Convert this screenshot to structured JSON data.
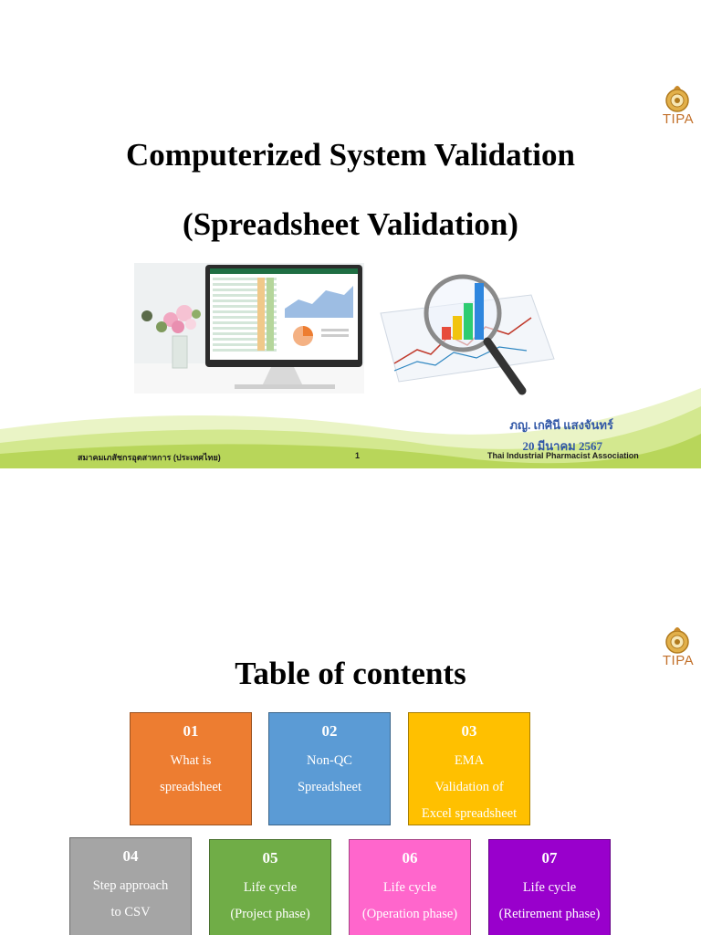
{
  "slide1": {
    "logo_text": "TIPA",
    "title_line1": "Computerized System Validation",
    "title_line2": "(Spreadsheet Validation)",
    "author": "ภญ. เกศินี แสงจันทร์",
    "date": "20 มีนาคม 2567",
    "footer_left": "สมาคมเภสัชกรอุตสาหการ  (ประเทศไทย)",
    "footer_page": "1",
    "footer_right": "Thai Industrial Pharmacist Association"
  },
  "slide2": {
    "logo_text": "TIPA",
    "title": "Table of contents",
    "items": [
      {
        "num": "01",
        "lines": [
          "What is",
          "spreadsheet"
        ],
        "color": "#ed7d31"
      },
      {
        "num": "02",
        "lines": [
          "Non-QC",
          "Spreadsheet"
        ],
        "color": "#5b9bd5"
      },
      {
        "num": "03",
        "lines": [
          "EMA",
          "Validation of",
          "Excel spreadsheet"
        ],
        "color": "#ffc000"
      },
      {
        "num": "04",
        "lines": [
          "Step approach",
          "to CSV"
        ],
        "color": "#a5a5a5"
      },
      {
        "num": "05",
        "lines": [
          "Life cycle",
          "(Project phase)"
        ],
        "color": "#70ad47"
      },
      {
        "num": "06",
        "lines": [
          "Life cycle",
          "(Operation phase)"
        ],
        "color": "#ff66cc"
      },
      {
        "num": "07",
        "lines": [
          "Life cycle",
          "(Retirement phase)"
        ],
        "color": "#9900cc"
      }
    ]
  }
}
